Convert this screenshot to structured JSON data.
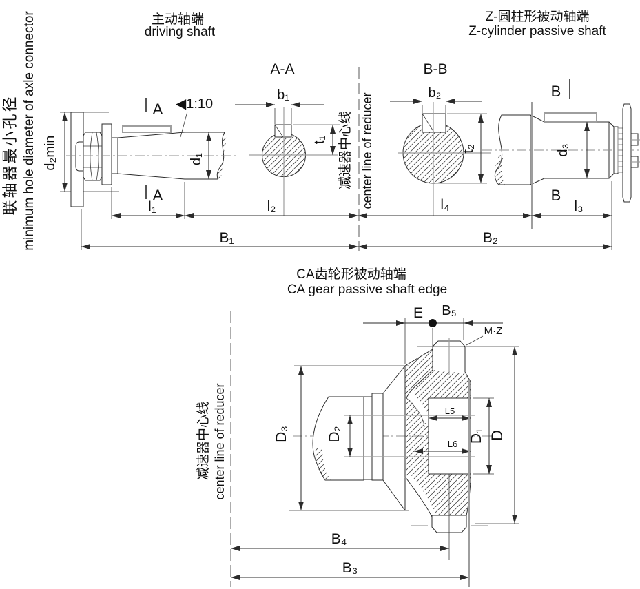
{
  "colors": {
    "line": "#2b2b2b",
    "gray": "#9e9e9e",
    "background": "#ffffff"
  },
  "left_label": {
    "zh": "联轴器最小孔径",
    "en": "minimum hole diameter of axle connector"
  },
  "titles": {
    "driving": {
      "zh": "主动轴端",
      "en": "driving shaft"
    },
    "z_cylinder": {
      "zh": "Z-圆柱形被动轴端",
      "en": "Z-cylinder passive shaft"
    },
    "ca_gear": {
      "zh": "CA齿轮形被动轴端",
      "en": "CA gear passive shaft edge"
    }
  },
  "centerline_label": {
    "zh": "减速器中心线",
    "en": "center line of reducer"
  },
  "views": {
    "aa": "A-A",
    "bb": "B-B"
  },
  "marks": {
    "a": "A",
    "b": "B",
    "taper": "◀1:10",
    "e": "E",
    "mz": "M·Z"
  },
  "dims": {
    "d2min": "d₂min",
    "d1": "d₁",
    "d3": "d₃",
    "b1": "b₁",
    "b2": "b₂",
    "t1": "t₁",
    "t2": "t₂",
    "l1": "l₁",
    "l2": "l₂",
    "l3": "l₃",
    "l4": "l₄",
    "B1": "B₁",
    "B2": "B₂",
    "B3": "B₃",
    "B4": "B₄",
    "B5": "B₅",
    "D": "D",
    "D1": "D₁",
    "D2": "D₂",
    "D3": "D₃",
    "L5": "L5",
    "L6": "L6"
  }
}
